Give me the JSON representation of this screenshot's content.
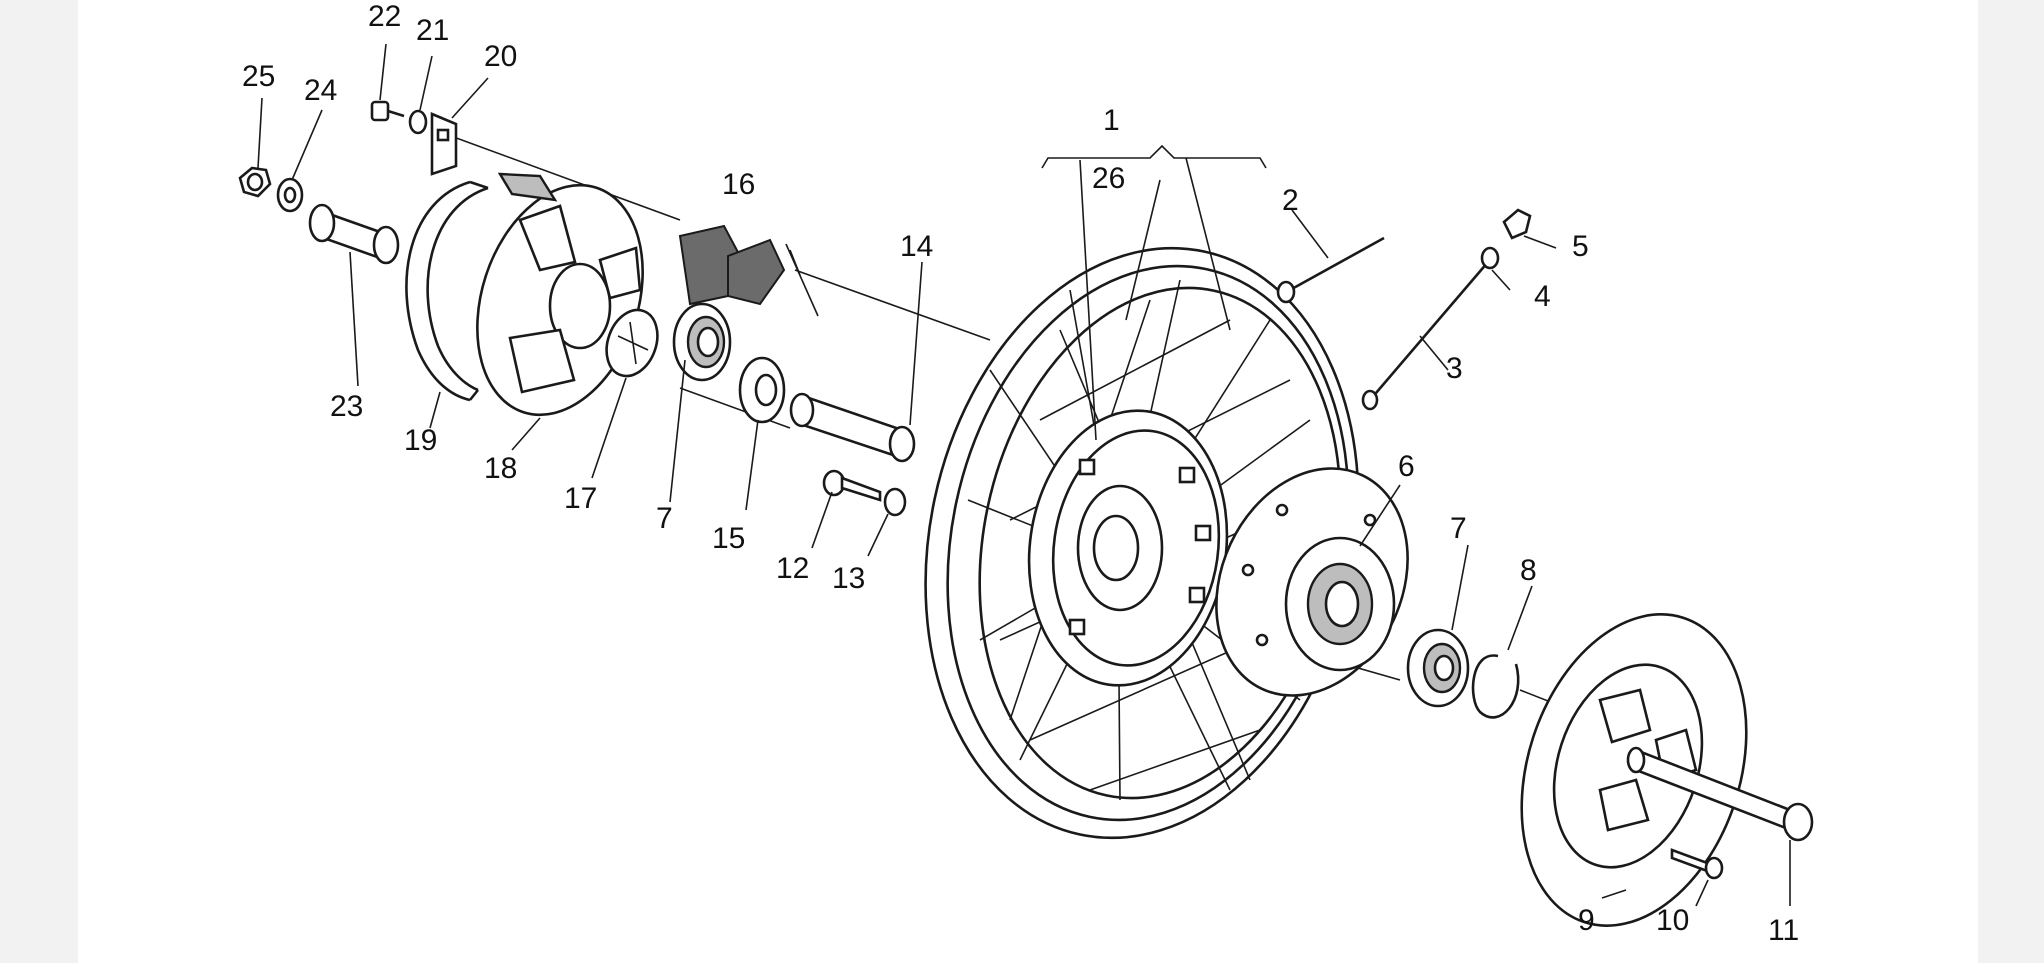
{
  "diagram": {
    "callouts": [
      "1",
      "2",
      "3",
      "4",
      "5",
      "6",
      "7",
      "7",
      "8",
      "9",
      "10",
      "11",
      "12",
      "13",
      "14",
      "15",
      "16",
      "17",
      "18",
      "19",
      "20",
      "21",
      "22",
      "23",
      "24",
      "25",
      "26"
    ]
  }
}
